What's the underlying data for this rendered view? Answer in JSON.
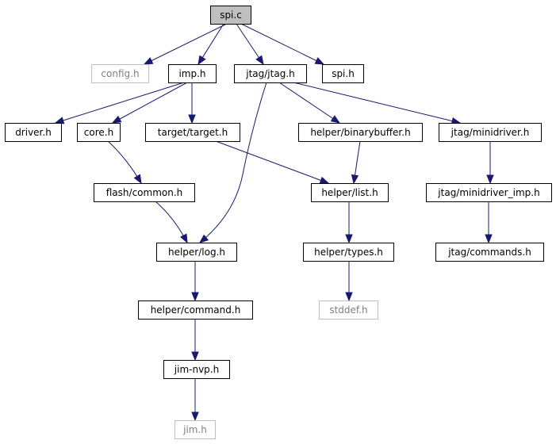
{
  "colors": {
    "edge": "#191970",
    "root_fill": "#bfbfbf",
    "node_border": "#000000",
    "external_border": "#bfbfbf",
    "external_text": "#7f7f7f",
    "text": "#000000"
  },
  "nodes": [
    {
      "id": "spi_c",
      "label": "spi.c",
      "kind": "root"
    },
    {
      "id": "config_h",
      "label": "config.h",
      "kind": "external"
    },
    {
      "id": "imp_h",
      "label": "imp.h",
      "kind": "normal"
    },
    {
      "id": "jtag_jtag_h",
      "label": "jtag/jtag.h",
      "kind": "normal"
    },
    {
      "id": "spi_h",
      "label": "spi.h",
      "kind": "normal"
    },
    {
      "id": "driver_h",
      "label": "driver.h",
      "kind": "normal"
    },
    {
      "id": "core_h",
      "label": "core.h",
      "kind": "normal"
    },
    {
      "id": "target_target_h",
      "label": "target/target.h",
      "kind": "normal"
    },
    {
      "id": "helper_binarybuffer_h",
      "label": "helper/binarybuffer.h",
      "kind": "normal"
    },
    {
      "id": "jtag_minidriver_h",
      "label": "jtag/minidriver.h",
      "kind": "normal"
    },
    {
      "id": "flash_common_h",
      "label": "flash/common.h",
      "kind": "normal"
    },
    {
      "id": "helper_list_h",
      "label": "helper/list.h",
      "kind": "normal"
    },
    {
      "id": "jtag_minidriver_imp_h",
      "label": "jtag/minidriver_imp.h",
      "kind": "normal"
    },
    {
      "id": "helper_log_h",
      "label": "helper/log.h",
      "kind": "normal"
    },
    {
      "id": "helper_types_h",
      "label": "helper/types.h",
      "kind": "normal"
    },
    {
      "id": "jtag_commands_h",
      "label": "jtag/commands.h",
      "kind": "normal"
    },
    {
      "id": "helper_command_h",
      "label": "helper/command.h",
      "kind": "normal"
    },
    {
      "id": "stddef_h",
      "label": "stddef.h",
      "kind": "external"
    },
    {
      "id": "jim_nvp_h",
      "label": "jim-nvp.h",
      "kind": "normal"
    },
    {
      "id": "jim_h",
      "label": "jim.h",
      "kind": "external"
    }
  ],
  "edges": [
    {
      "from": "spi_c",
      "to": "config_h"
    },
    {
      "from": "spi_c",
      "to": "imp_h"
    },
    {
      "from": "spi_c",
      "to": "jtag_jtag_h"
    },
    {
      "from": "spi_c",
      "to": "spi_h"
    },
    {
      "from": "imp_h",
      "to": "driver_h"
    },
    {
      "from": "imp_h",
      "to": "core_h"
    },
    {
      "from": "imp_h",
      "to": "target_target_h"
    },
    {
      "from": "jtag_jtag_h",
      "to": "helper_log_h"
    },
    {
      "from": "jtag_jtag_h",
      "to": "helper_binarybuffer_h"
    },
    {
      "from": "jtag_jtag_h",
      "to": "jtag_minidriver_h"
    },
    {
      "from": "core_h",
      "to": "flash_common_h"
    },
    {
      "from": "target_target_h",
      "to": "helper_list_h"
    },
    {
      "from": "helper_binarybuffer_h",
      "to": "helper_list_h"
    },
    {
      "from": "jtag_minidriver_h",
      "to": "jtag_minidriver_imp_h"
    },
    {
      "from": "flash_common_h",
      "to": "helper_log_h"
    },
    {
      "from": "helper_list_h",
      "to": "helper_types_h"
    },
    {
      "from": "jtag_minidriver_imp_h",
      "to": "jtag_commands_h"
    },
    {
      "from": "helper_log_h",
      "to": "helper_command_h"
    },
    {
      "from": "helper_types_h",
      "to": "stddef_h"
    },
    {
      "from": "helper_command_h",
      "to": "jim_nvp_h"
    },
    {
      "from": "jim_nvp_h",
      "to": "jim_h"
    }
  ]
}
